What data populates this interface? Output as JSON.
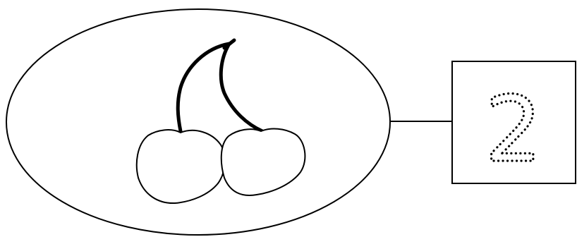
{
  "worksheet": {
    "picture": {
      "subject": "cherries",
      "icon": "cherry-icon",
      "count": 2
    },
    "answer_box": {
      "number": "2",
      "style": "dotted-tracing"
    }
  }
}
